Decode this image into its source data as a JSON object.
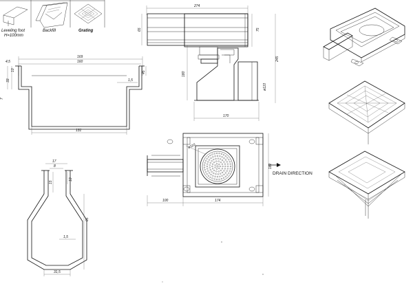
{
  "captions": {
    "leveling_foot": "Leveling foot",
    "leveling_height": "H=100mm",
    "backfill": "Backfill",
    "grating": "Grating",
    "drain_direction": "DRAIN DIRECTION"
  },
  "dims": {
    "profile_total": "169",
    "profile_inner": "160",
    "profile_bottom": "131",
    "profile_lip": "4,5",
    "profile_h1": "10",
    "profile_h2": "33",
    "profile_h3": "45",
    "profile_thk": "1,5",
    "profile_left_edge": "7",
    "top_width": "274",
    "top_height": "65",
    "top_right_h": "75",
    "overall_h": "245",
    "pipe_h": "180",
    "pipe_d": "ø110",
    "base_w": "170",
    "plan_d": "ø110",
    "plan_h": "182",
    "plan_left": "100",
    "plan_w": "174",
    "sec_w": "17",
    "sec_in": "8",
    "sec_h1": "15",
    "sec_h2": "10",
    "sec_h3": "65",
    "sec_thk": "1,5",
    "sec_bottom": "31,5"
  },
  "icons": [
    "trench-drain-icon",
    "grating-icon",
    "arrow-right-icon"
  ]
}
